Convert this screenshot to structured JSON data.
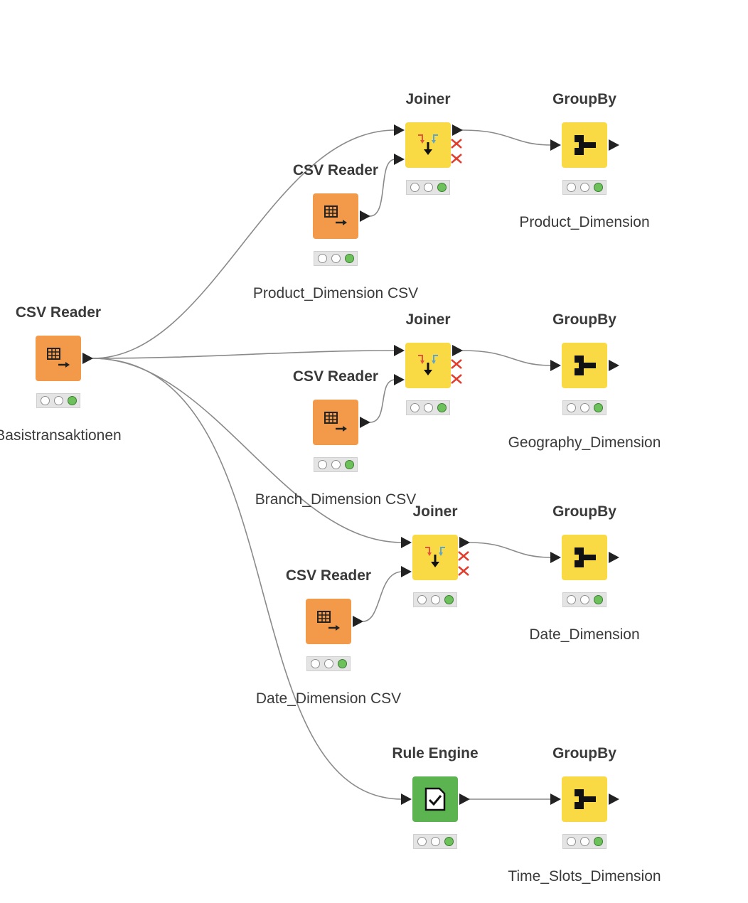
{
  "workflow": {
    "nodes": [
      {
        "id": "csv-main",
        "title": "CSV Reader",
        "label": "Basistransaktionen",
        "type": "csv"
      },
      {
        "id": "csv-product",
        "title": "CSV Reader",
        "label": "Product_Dimension CSV",
        "type": "csv"
      },
      {
        "id": "csv-branch",
        "title": "CSV Reader",
        "label": "Branch_Dimension CSV",
        "type": "csv"
      },
      {
        "id": "csv-date",
        "title": "CSV Reader",
        "label": "Date_Dimension CSV",
        "type": "csv"
      },
      {
        "id": "joiner-1",
        "title": "Joiner",
        "label": "",
        "type": "joiner"
      },
      {
        "id": "joiner-2",
        "title": "Joiner",
        "label": "",
        "type": "joiner"
      },
      {
        "id": "joiner-3",
        "title": "Joiner",
        "label": "",
        "type": "joiner"
      },
      {
        "id": "rule-engine",
        "title": "Rule Engine",
        "label": "",
        "type": "rule"
      },
      {
        "id": "groupby-1",
        "title": "GroupBy",
        "label": "Product_Dimension",
        "type": "groupby"
      },
      {
        "id": "groupby-2",
        "title": "GroupBy",
        "label": "Geography_Dimension",
        "type": "groupby"
      },
      {
        "id": "groupby-3",
        "title": "GroupBy",
        "label": "Date_Dimension",
        "type": "groupby"
      },
      {
        "id": "groupby-4",
        "title": "GroupBy",
        "label": "Time_Slots_Dimension",
        "type": "groupby"
      }
    ],
    "status": "executed"
  },
  "colors": {
    "reader": "#f2994a",
    "manipulator": "#fada44",
    "rule": "#5cb451",
    "status_ok": "#6cc15a",
    "connection": "#8a8a8a"
  },
  "icons": {
    "reader": "table-arrow-icon",
    "joiner": "join-arrows-icon",
    "groupby": "groupby-icon",
    "rule": "document-check-icon",
    "inactive_port": "red-x-icon"
  }
}
